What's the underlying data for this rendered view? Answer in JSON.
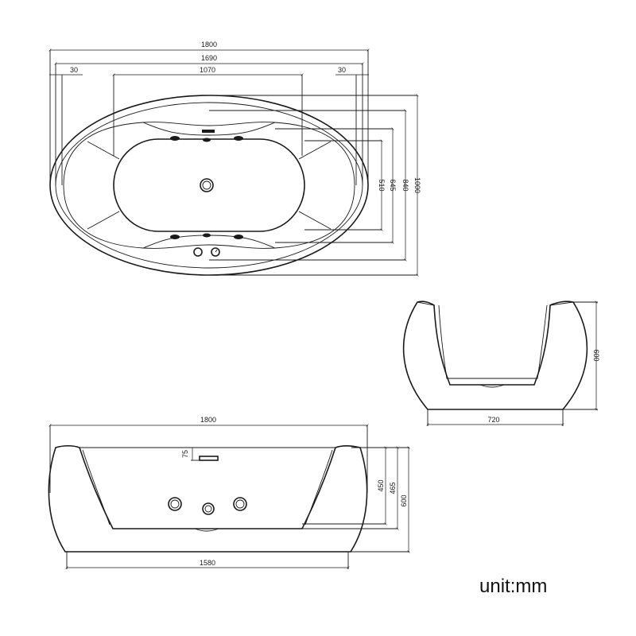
{
  "top_view": {
    "overall_length": "1800",
    "rim_length": "1690",
    "edge_left": "30",
    "edge_right": "30",
    "basin_length": "1070",
    "widths": [
      "510",
      "645",
      "840",
      "1000"
    ]
  },
  "end_view": {
    "height": "600",
    "base_width": "720"
  },
  "side_view": {
    "overall_length": "1800",
    "base_length": "1580",
    "control_height": "75",
    "depths": [
      "450",
      "465",
      "600"
    ]
  },
  "unit_label": "unit:mm"
}
